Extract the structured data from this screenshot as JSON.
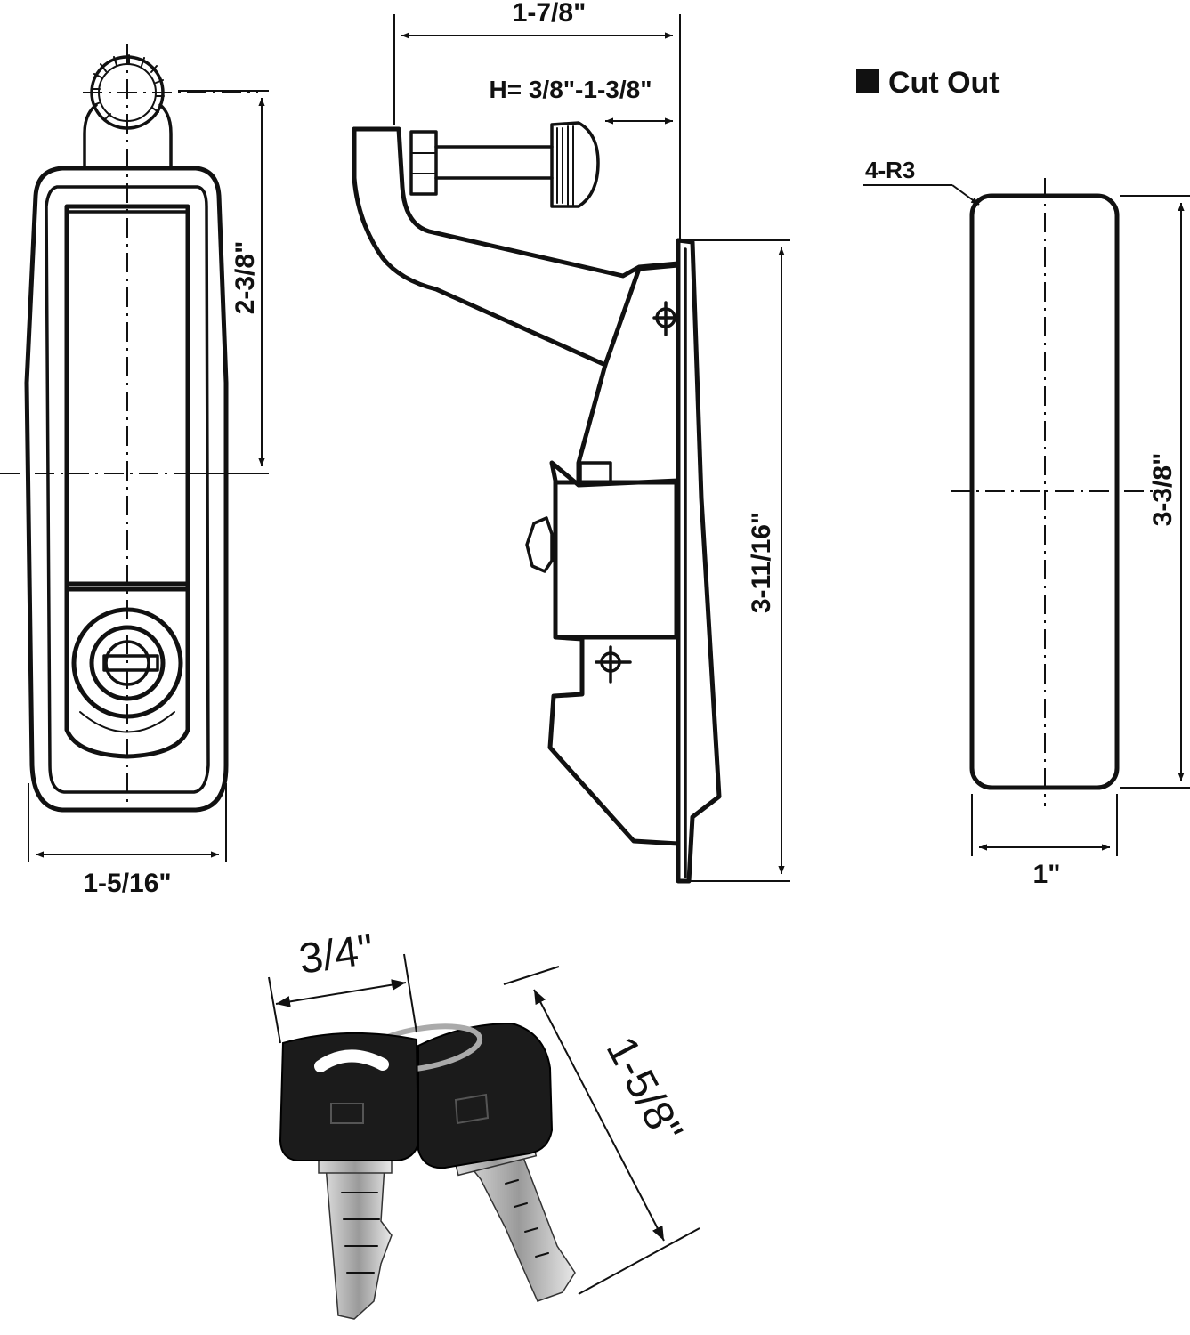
{
  "legend": {
    "cut_out_label": "Cut Out"
  },
  "front_view": {
    "width_dim": "1-5/16\"",
    "height_dim": "2-3/8\""
  },
  "side_view": {
    "width_dim": "1-7/8\"",
    "grip_range_dim": "H= 3/8\"-1-3/8\"",
    "height_dim": "3-11/16\""
  },
  "cutout_view": {
    "corner_radius_label": "4-R3",
    "width_dim": "1\"",
    "height_dim": "3-3/8\""
  },
  "keys": {
    "width_dim": "3/4\"",
    "length_dim": "1-5/8\""
  },
  "colors": {
    "line": "#111111",
    "key_body": "#1b1b1b",
    "background": "#ffffff"
  }
}
